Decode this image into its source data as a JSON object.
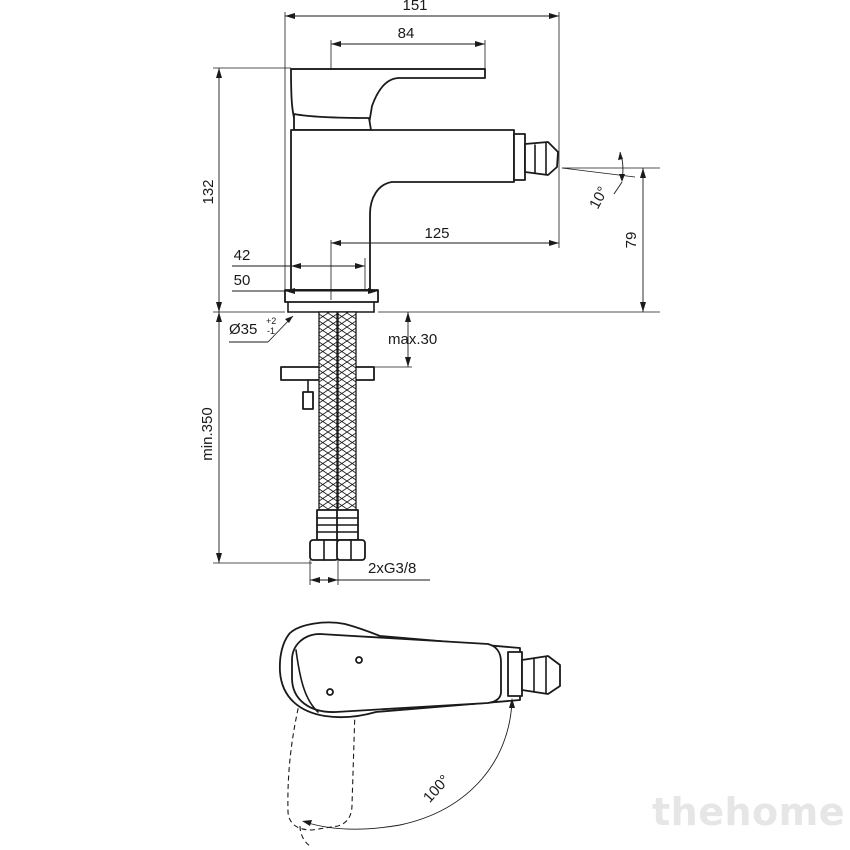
{
  "dimensions": {
    "total_length": "151",
    "handle_length": "84",
    "height": "132",
    "spout_reach": "125",
    "base_width_42": "42",
    "base_width_50": "50",
    "spout_height": "79",
    "spout_angle": "10°",
    "hole_diameter": "Ø35",
    "hole_tol_plus": "+2",
    "hole_tol_minus": "-1",
    "max_thickness": "max.30",
    "hose_length": "min.350",
    "connection": "2xG3/8",
    "handle_rotation": "100°"
  },
  "watermark": "thehome"
}
